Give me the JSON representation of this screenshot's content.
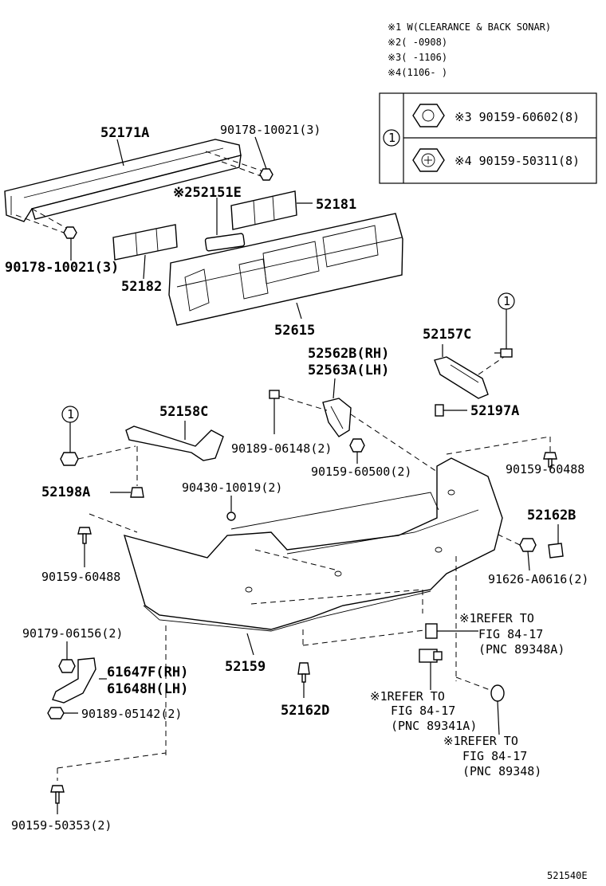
{
  "notes": {
    "n1": "※1 W(CLEARANCE & BACK SONAR)",
    "n2": "※2(      -0908)",
    "n3": "※3(      -1106)",
    "n4": "※4(1106-      )"
  },
  "legend_box": {
    "ref_symbol": "1",
    "row1": "※3 90159-60602(8)",
    "row2": "※4 90159-50311(8)"
  },
  "labels": {
    "l_52171A": "52171A",
    "l_90178_top": "90178-10021(3)",
    "l_52151E": "※252151E",
    "l_52181": "52181",
    "l_90178_bot": "90178-10021(3)",
    "l_52182": "52182",
    "l_52615": "52615",
    "l_52157C": "52157C",
    "l_52562B": "52562B(RH)",
    "l_52563A": "52563A(LH)",
    "l_52158C": "52158C",
    "l_52197A": "52197A",
    "l_90189_06148": "90189-06148(2)",
    "l_90159_60500": "90159-60500(2)",
    "l_52198A": "52198A",
    "l_90430": "90430-10019(2)",
    "l_90159_60488_r": "90159-60488",
    "l_52162B": "52162B",
    "l_90159_60488_l": "90159-60488",
    "l_91626": "91626-A0616(2)",
    "l_refer1_a": "※1REFER TO",
    "l_refer1_b": "FIG 84-17",
    "l_refer1_c": "(PNC 89348A)",
    "l_90179": "90179-06156(2)",
    "l_52159": "52159",
    "l_61647F": "61647F(RH)",
    "l_61648H": "61648H(LH)",
    "l_52162D": "52162D",
    "l_refer2_a": "※1REFER TO",
    "l_refer2_b": "FIG 84-17",
    "l_refer2_c": "(PNC 89341A)",
    "l_90189_05142": "90189-05142(2)",
    "l_refer3_a": "※1REFER TO",
    "l_refer3_b": "FIG 84-17",
    "l_refer3_c": "(PNC 89348)",
    "l_90159_50353": "90159-50353(2)",
    "ref_mark_a": "1",
    "ref_mark_b": "1"
  },
  "diagram_code": "521540E"
}
